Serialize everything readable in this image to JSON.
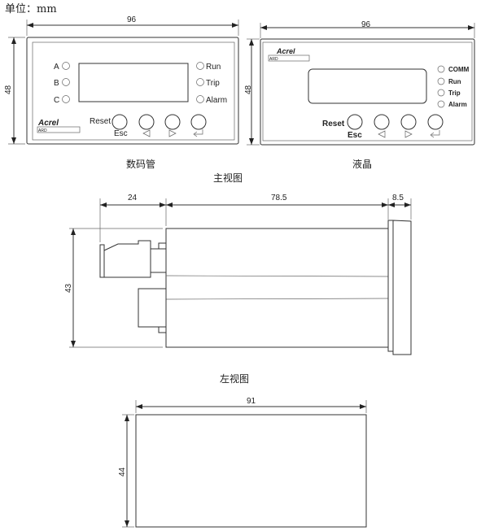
{
  "unit_label": "单位：mm",
  "front_led": {
    "width_dim": "96",
    "height_dim": "48",
    "left_leds": [
      "A",
      "B",
      "C"
    ],
    "right_leds": [
      "Run",
      "Trip",
      "Alarm"
    ],
    "reset_label": "Reset",
    "esc_label": "Esc",
    "brand": "Acrel",
    "model": "ARD",
    "caption": "数码管"
  },
  "front_lcd": {
    "width_dim": "96",
    "height_dim": "48",
    "right_leds": [
      "COMM",
      "Run",
      "Trip",
      "Alarm"
    ],
    "reset_label": "Reset",
    "esc_label": "Esc",
    "brand": "Acrel",
    "model": "ARD",
    "caption": "液晶"
  },
  "main_view_title": "主视图",
  "side_view": {
    "dims": [
      "24",
      "78.5",
      "8.5"
    ],
    "height_dim": "43"
  },
  "left_view_title": "左视图",
  "cutout": {
    "width_dim": "91",
    "height_dim": "44"
  }
}
